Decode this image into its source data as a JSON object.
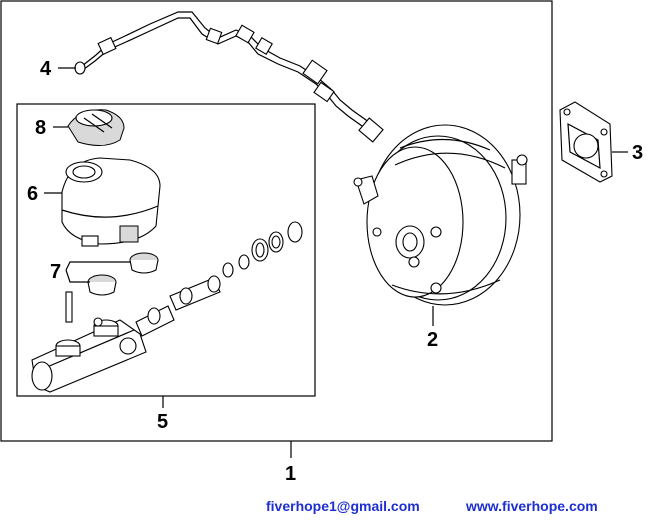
{
  "callouts": {
    "c1": "1",
    "c2": "2",
    "c3": "3",
    "c4": "4",
    "c5": "5",
    "c6": "6",
    "c7": "7",
    "c8": "8"
  },
  "footer": {
    "email": "fiverhope1@gmail.com",
    "website": "www.fiverhope.com"
  },
  "colors": {
    "footer_text": "#1e2fd0",
    "line": "#000000"
  }
}
